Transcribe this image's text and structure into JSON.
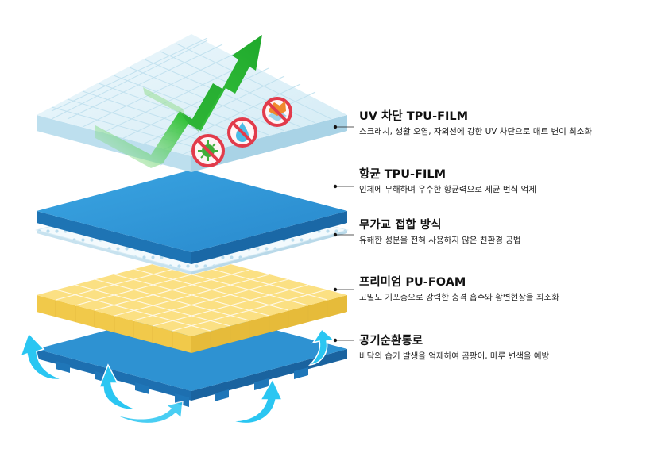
{
  "layers": [
    {
      "title": "UV 차단 TPU-FILM",
      "description": "스크래치, 생활 오염, 자외선에 강한 UV 차단으로 매트 변이 최소화"
    },
    {
      "title": "항균 TPU-FILM",
      "description": "인체에 무해하며 우수한 항균력으로 세균 번식 억제"
    },
    {
      "title": "무가교 접합 방식",
      "description": "유해한 성분을 전혀 사용하지 않은 친환경 공법"
    },
    {
      "title": "프리미엄 PU-FOAM",
      "description": "고밀도 기포층으로 강력한 충격 흡수와 황변현상을 최소화"
    },
    {
      "title": "공기순환통로",
      "description": "바닥의 습기 발생을 억제하여 곰팡이, 마루 변색을 예방"
    }
  ],
  "colors": {
    "top_film": "#dff1f8",
    "blue_film": "#2f97d6",
    "foam": "#f8de74",
    "arrow_green": "#2fc23a",
    "prohibit_red": "#e23b4b",
    "airflow_cyan": "#29c6f2"
  },
  "icons": [
    "growth-arrow-icon",
    "no-bacteria-icon",
    "no-water-drop-icon",
    "no-fire-icon",
    "airflow-arrow-icon"
  ]
}
